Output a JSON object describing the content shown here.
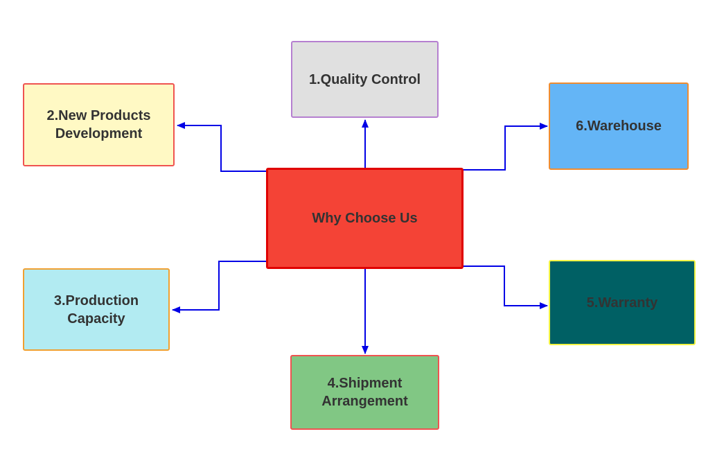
{
  "diagram": {
    "center": {
      "label": "Why Choose Us",
      "fill": "#f44336",
      "border": "#e00000"
    },
    "nodes": [
      {
        "id": "quality-control",
        "label": "1.Quality Control",
        "fill": "#e0e0e0",
        "border": "#b57fd0"
      },
      {
        "id": "new-products",
        "label": "2.New Products\nDevelopment",
        "fill": "#fff9c4",
        "border": "#ef5350"
      },
      {
        "id": "production-capacity",
        "label": "3.Production\nCapacity",
        "fill": "#b2ebf2",
        "border": "#f0a030"
      },
      {
        "id": "shipment-arrangement",
        "label": "4.Shipment\nArrangement",
        "fill": "#81c784",
        "border": "#ef5350"
      },
      {
        "id": "warranty",
        "label": "5.Warranty",
        "fill": "#006064",
        "border": "#f4f442"
      },
      {
        "id": "warehouse",
        "label": "6.Warehouse",
        "fill": "#64b5f6",
        "border": "#f08c30"
      }
    ],
    "connector_color": "#0000e6"
  }
}
